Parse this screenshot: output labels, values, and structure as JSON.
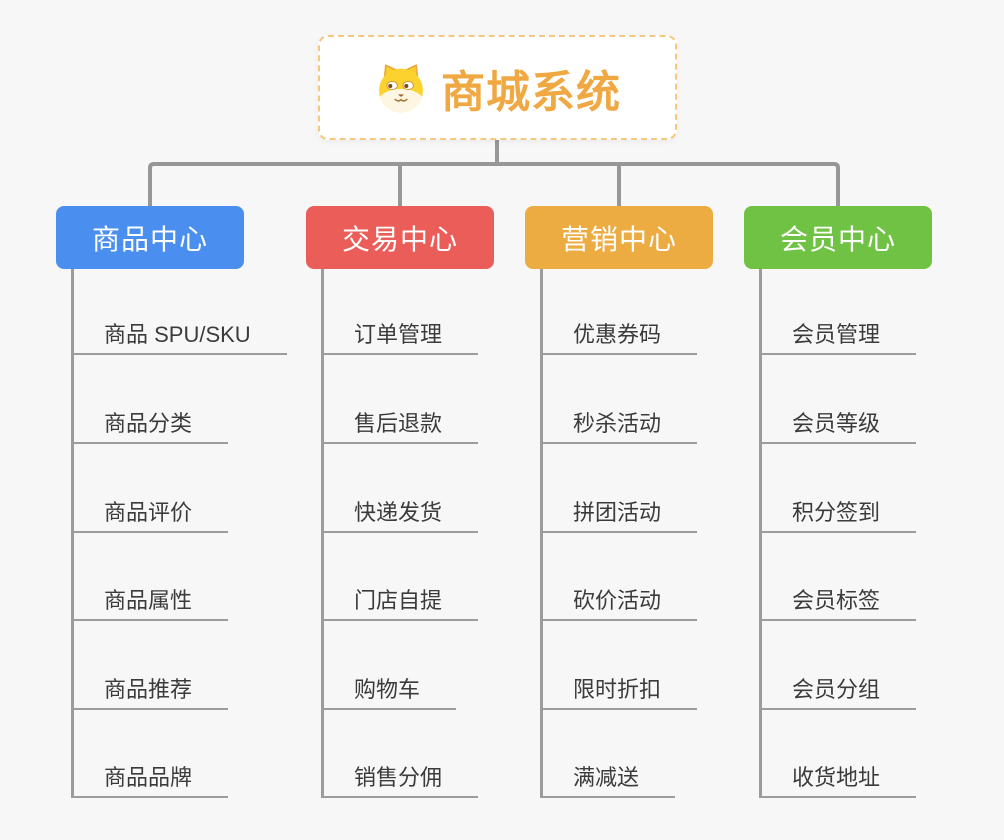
{
  "root": {
    "title": "商城系统",
    "icon": "dog-face-icon",
    "title_color": "#f0a843",
    "border_color": "#f5c87e"
  },
  "connector_color": "#979797",
  "line_color": "#9c9c9c",
  "branches": [
    {
      "label": "商品中心",
      "color": "#4a8ff0",
      "children": [
        "商品 SPU/SKU",
        "商品分类",
        "商品评价",
        "商品属性",
        "商品推荐",
        "商品品牌"
      ]
    },
    {
      "label": "交易中心",
      "color": "#ea5d58",
      "children": [
        "订单管理",
        "售后退款",
        "快递发货",
        "门店自提",
        "购物车",
        "销售分佣"
      ]
    },
    {
      "label": "营销中心",
      "color": "#edac42",
      "children": [
        "优惠券码",
        "秒杀活动",
        "拼团活动",
        "砍价活动",
        "限时折扣",
        "满减送"
      ]
    },
    {
      "label": "会员中心",
      "color": "#6fc243",
      "children": [
        "会员管理",
        "会员等级",
        "积分签到",
        "会员标签",
        "会员分组",
        "收货地址"
      ]
    }
  ]
}
